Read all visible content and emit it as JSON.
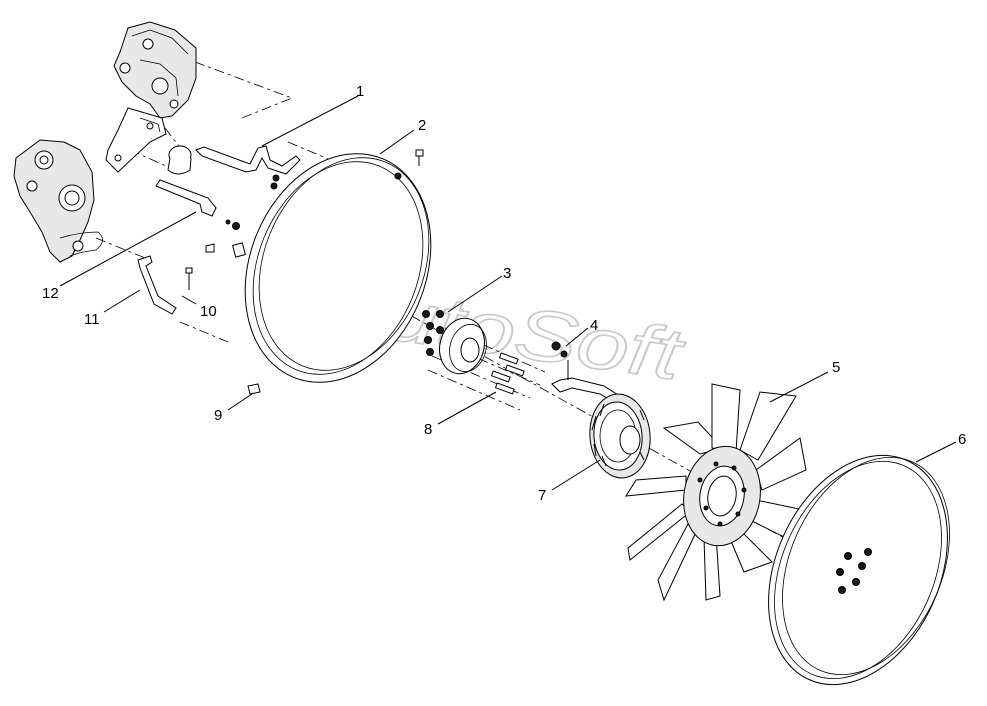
{
  "diagram": {
    "callouts": [
      {
        "id": "1",
        "label": "1"
      },
      {
        "id": "2",
        "label": "2"
      },
      {
        "id": "3",
        "label": "3"
      },
      {
        "id": "4",
        "label": "4"
      },
      {
        "id": "5",
        "label": "5"
      },
      {
        "id": "6",
        "label": "6"
      },
      {
        "id": "7",
        "label": "7"
      },
      {
        "id": "8",
        "label": "8"
      },
      {
        "id": "9",
        "label": "9"
      },
      {
        "id": "10",
        "label": "10"
      },
      {
        "id": "11",
        "label": "11"
      },
      {
        "id": "12",
        "label": "12"
      }
    ],
    "watermark": "AutoSoft"
  }
}
